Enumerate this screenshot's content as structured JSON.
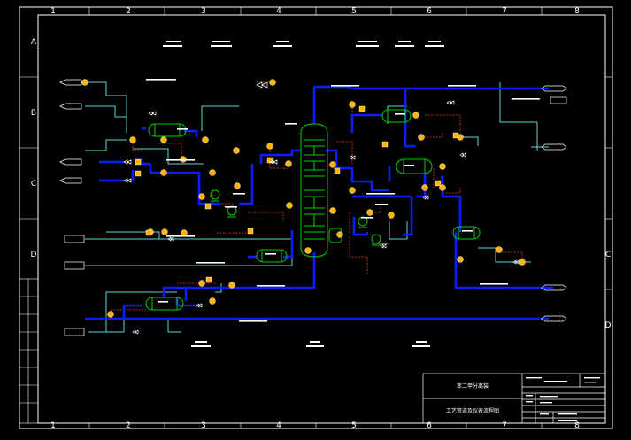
{
  "colors": {
    "background": "#000000",
    "frame": "#ffffff",
    "process_line": "#0a1eff",
    "utility_line": "#5fd3d3",
    "signal_line": "#ff3b1f",
    "equipment": "#00d000",
    "instrument": "#ffb400"
  },
  "ruler": {
    "columns": [
      "1",
      "2",
      "3",
      "4",
      "5",
      "6",
      "7",
      "8"
    ],
    "rows": [
      "A",
      "B",
      "C",
      "D"
    ]
  },
  "title_block": {
    "line1": "苯二甲分离装",
    "line2": "工艺管道及仪表流程图"
  }
}
